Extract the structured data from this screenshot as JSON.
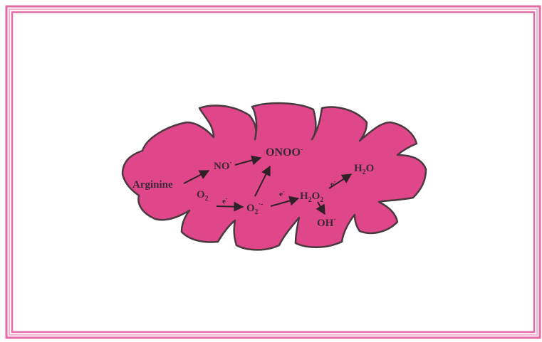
{
  "diagram": {
    "colors": {
      "frame": "#e46aa6",
      "frame_light": "#f3b3d2",
      "cell_fill": "#e0468a",
      "cell_outline": "#4a3a40",
      "text": "#3a2a33",
      "arrow": "#2e2228"
    },
    "labels": {
      "arginine": "Arginine",
      "no": {
        "base": "NO",
        "sup": "·"
      },
      "onoo": {
        "base": "ONOO",
        "sup": "-"
      },
      "o2": {
        "base": "O",
        "sub": "2"
      },
      "superoxide": {
        "base": "O",
        "sub": "2",
        "sup": "·-"
      },
      "h2o2": {
        "p1": "H",
        "sub1": "2",
        "p2": "O",
        "sub2": "2"
      },
      "h2o": {
        "p1": "H",
        "sub1": "2",
        "p2": "O"
      },
      "oh": {
        "base": "OH",
        "sup": "·"
      },
      "electron1": {
        "base": "e",
        "sup": "-"
      },
      "electron2": {
        "base": "e",
        "sup": "-"
      },
      "electron3": {
        "base": "e",
        "sup": "-"
      }
    }
  }
}
